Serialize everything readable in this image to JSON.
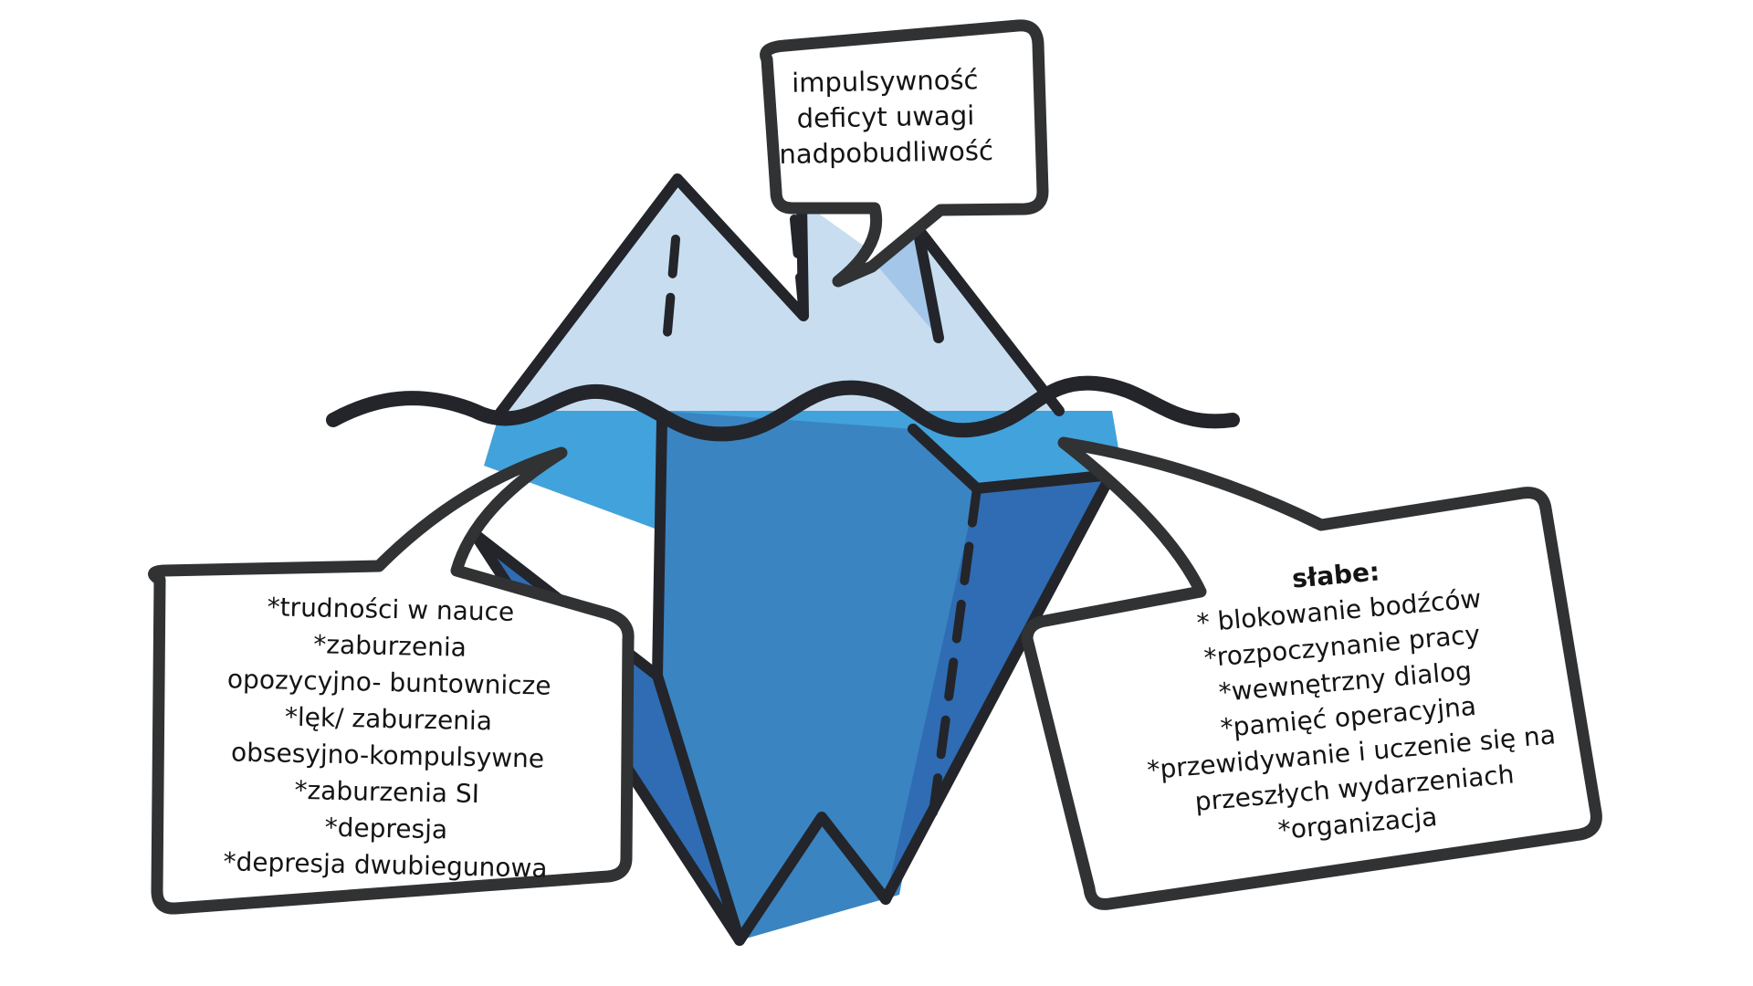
{
  "colors": {
    "outline": "#23252b",
    "ice_tip_light": "#c8def0",
    "ice_tip_mid": "#a4c6e8",
    "water_light": "#42a2dc",
    "ice_mid": "#3a84c2",
    "ice_dark": "#2f6cb3",
    "bubble_fill": "#ffffff",
    "bubble_border": "#303233"
  },
  "icons": {
    "iceberg": "iceberg-icon",
    "water": "water-wave-icon"
  },
  "top_bubble": {
    "lines": [
      "impulsywność",
      "deficyt uwagi",
      "nadpobudliwość"
    ]
  },
  "left_bubble": {
    "lines": [
      "*trudności w nauce",
      "*zaburzenia",
      "opozycyjno- buntownicze",
      "*lęk/ zaburzenia",
      "obsesyjno-kompulsywne",
      "*zaburzenia SI",
      "*depresja",
      "*depresja dwubiegunowa"
    ]
  },
  "right_bubble": {
    "heading": "słabe:",
    "lines": [
      "* blokowanie bodźców",
      "*rozpoczynanie pracy",
      "*wewnętrzny dialog",
      "*pamięć operacyjna",
      "*przewidywanie i uczenie się na",
      "przeszłych wydarzeniach",
      "*organizacja"
    ]
  }
}
